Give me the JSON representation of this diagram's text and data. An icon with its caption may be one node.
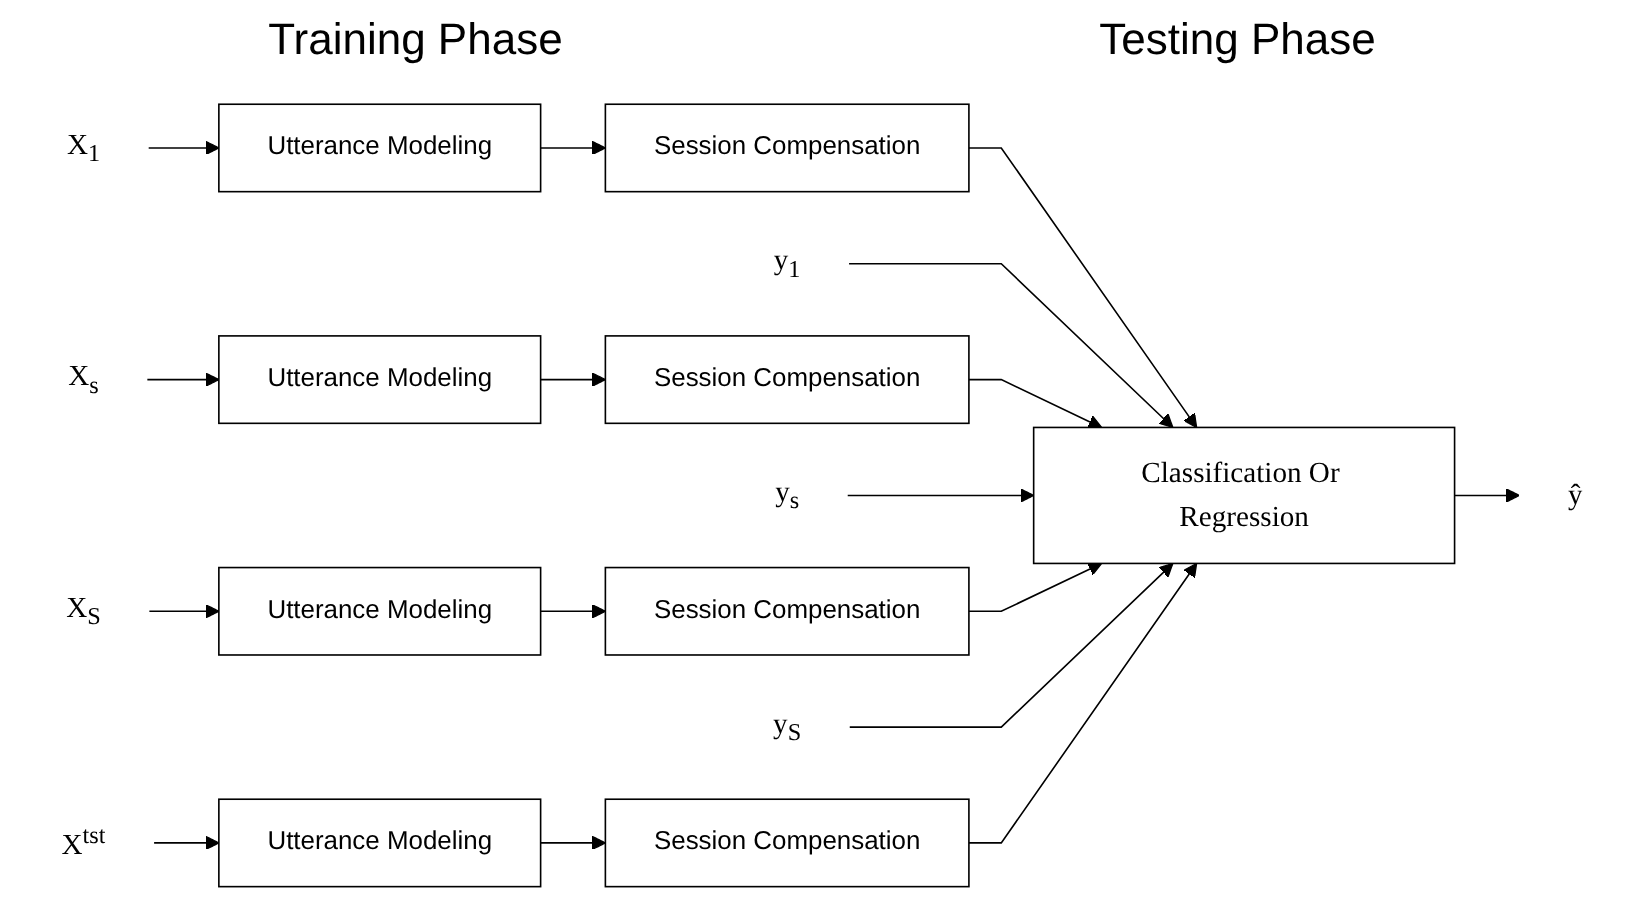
{
  "diagram": {
    "nodes": [
      {
        "text": [
          "X$_{1}$"
        ]
      },
      {
        "text": [
          "Utterance Modeling"
        ]
      },
      {
        "text": [
          "Session Compensation"
        ]
      },
      {
        "text": [
          "y$_{1}$"
        ]
      },
      {
        "text": [
          "X$_{s}$"
        ]
      },
      {
        "text": [
          "Utterance Modeling"
        ]
      },
      {
        "text": [
          "Session Compensation"
        ]
      },
      {
        "text": [
          "y$_{s}$"
        ]
      },
      {
        "text": [
          "X$_{S}$"
        ]
      },
      {
        "text": [
          "Utterance Modeling"
        ]
      },
      {
        "text": [
          "Session Compensation"
        ]
      },
      {
        "text": [
          "y$_{S}$"
        ]
      },
      {
        "text": [
          "Classification Or Regression"
        ]
      },
      {
        "text": [
          "Session Compensation"
        ]
      },
      {
        "text": [
          "Utterance Modeling"
        ]
      },
      {
        "text": [
          "X$^{tst}$"
        ]
      },
      {
        "text": [
          "ŷ"
        ]
      }
    ],
    "edges": [
      {
        "from": 0,
        "to": 1,
        "arrow": "to"
      },
      {
        "from": 1,
        "to": 2,
        "arrow": "to"
      },
      {
        "from": 2,
        "to": 12,
        "arrow": "to"
      },
      {
        "from": 3,
        "to": 12,
        "arrow": "to"
      },
      {
        "from": 4,
        "to": 5,
        "arrow": "to"
      },
      {
        "from": 5,
        "to": 6,
        "arrow": "to"
      },
      {
        "from": 6,
        "to": 12,
        "arrow": "to"
      },
      {
        "from": 7,
        "to": 12,
        "arrow": "to"
      },
      {
        "from": 8,
        "to": 9,
        "arrow": "to"
      },
      {
        "from": 9,
        "to": 10,
        "arrow": "to"
      },
      {
        "from": 10,
        "to": 12,
        "arrow": "to"
      },
      {
        "from": 11,
        "to": 12,
        "arrow": "to"
      },
      {
        "from": 14,
        "to": 13,
        "arrow": "to"
      },
      {
        "from": 13,
        "to": 12,
        "arrow": "to"
      },
      {
        "from": 15,
        "to": 14,
        "arrow": "to"
      },
      {
        "from": 12,
        "to": 16,
        "arrow": "to"
      }
    ],
    "labels": [
      "Training Phase",
      "Testing Phase"
    ]
  }
}
